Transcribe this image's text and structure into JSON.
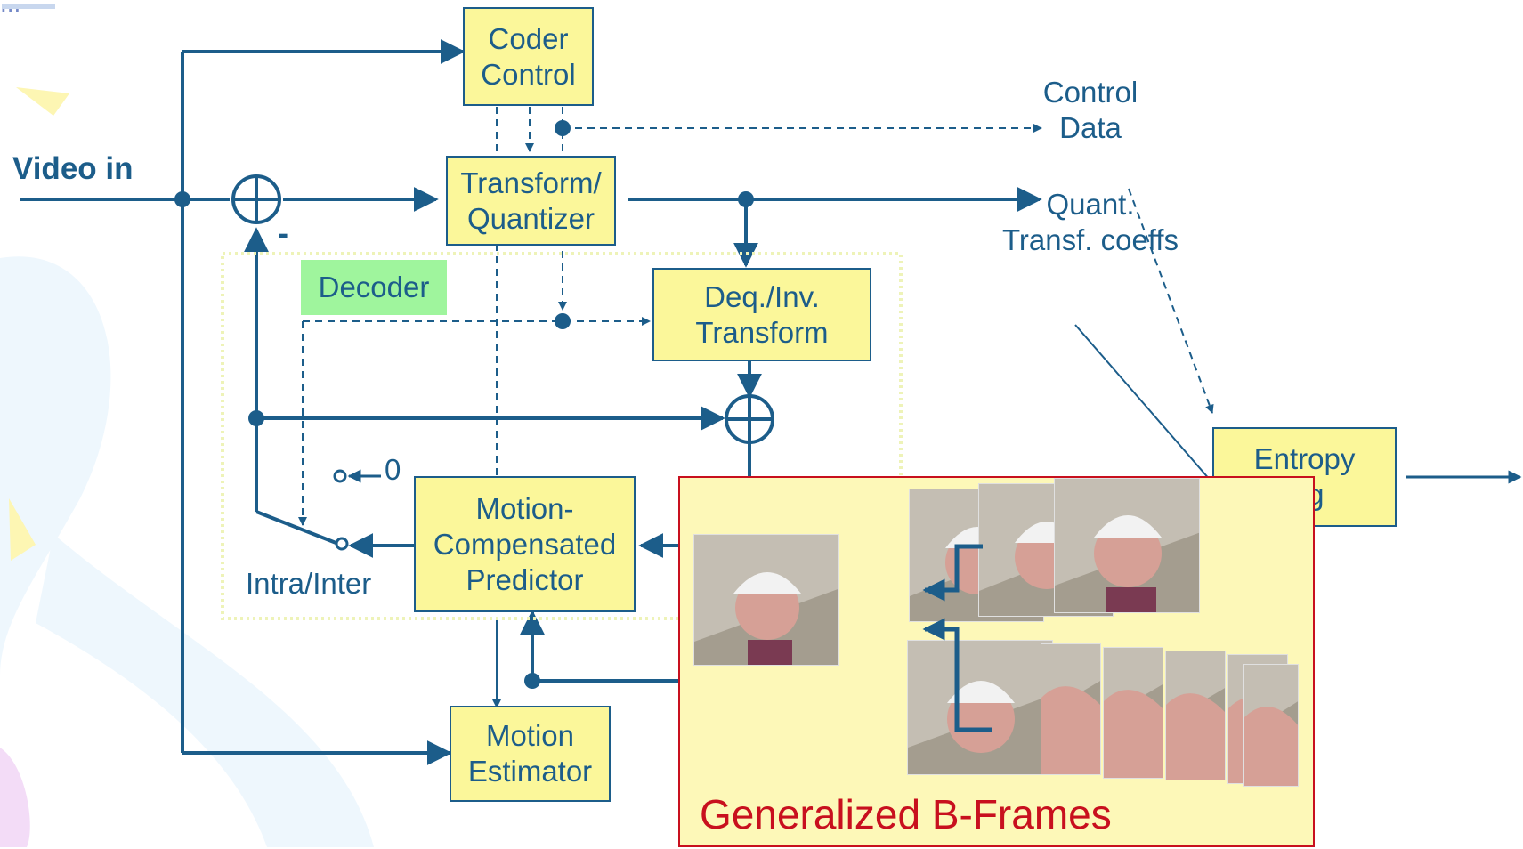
{
  "title_mark": "...",
  "blocks": {
    "coder_control": "Coder\nControl",
    "transform_quantizer": "Transform/\nQuantizer",
    "deq_inv_transform": "Deq./Inv.\nTransform",
    "motion_compensated_predictor": "Motion-\nCompensated\nPredictor",
    "motion_estimator": "Motion\nEstimator",
    "entropy_coding_visible": "Entropy\n   ing"
  },
  "labels": {
    "video_in": "Video in",
    "control_data": "Control\nData",
    "quant_coeffs": "Quant.\nTransf. coeffs",
    "decoder": "Decoder",
    "minus": "-",
    "zero": "0",
    "intra_inter": "Intra/Inter"
  },
  "overlay": {
    "title": "Generalized B-Frames"
  },
  "colors": {
    "line": "#1c5d8a",
    "block_fill": "#fbf79a",
    "decoder_fill": "#9ff59d",
    "overlay_border": "#c8101e",
    "overlay_fill": "#fdf8b8"
  }
}
